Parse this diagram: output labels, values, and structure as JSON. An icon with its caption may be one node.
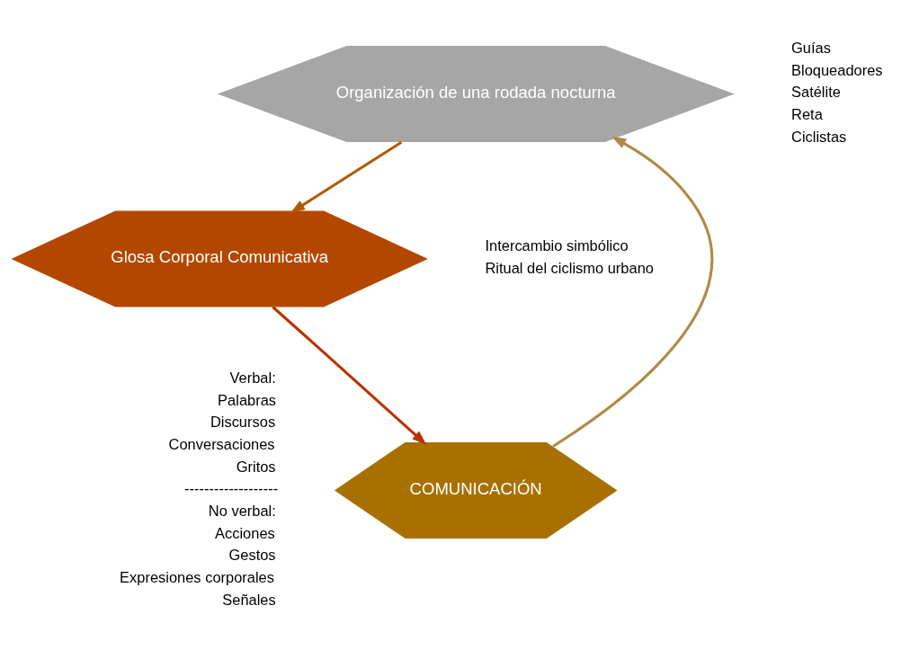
{
  "diagram": {
    "nodes": [
      {
        "text": [
          "Organización de una rodada nocturna"
        ],
        "beside": [
          "Guías",
          "Bloqueadores",
          "Satélite",
          "Reta",
          "Ciclistas"
        ]
      },
      {
        "text": [
          "COMUNICACIÓN"
        ],
        "beside": [
          "Verbal:",
          "Palabras",
          "Discursos",
          "Conversaciones",
          "Gritos",
          "-------------------",
          "No verbal:",
          "Acciones",
          "Gestos",
          "Expresiones corporales",
          "Señales"
        ]
      },
      {
        "text": [
          "Glosa Corporal Comunicativa"
        ],
        "beside": [
          "Intercambio simbólico",
          "Ritual del ciclismo urbano"
        ]
      }
    ],
    "edges": [
      {
        "from": 1,
        "to": 0,
        "arrow": "to",
        "color": "#b08a47"
      },
      {
        "from": 0,
        "to": 2,
        "arrow": "to",
        "color": "#b05a00"
      },
      {
        "from": 2,
        "to": 1,
        "arrow": "to",
        "color": "#b83300"
      }
    ]
  }
}
